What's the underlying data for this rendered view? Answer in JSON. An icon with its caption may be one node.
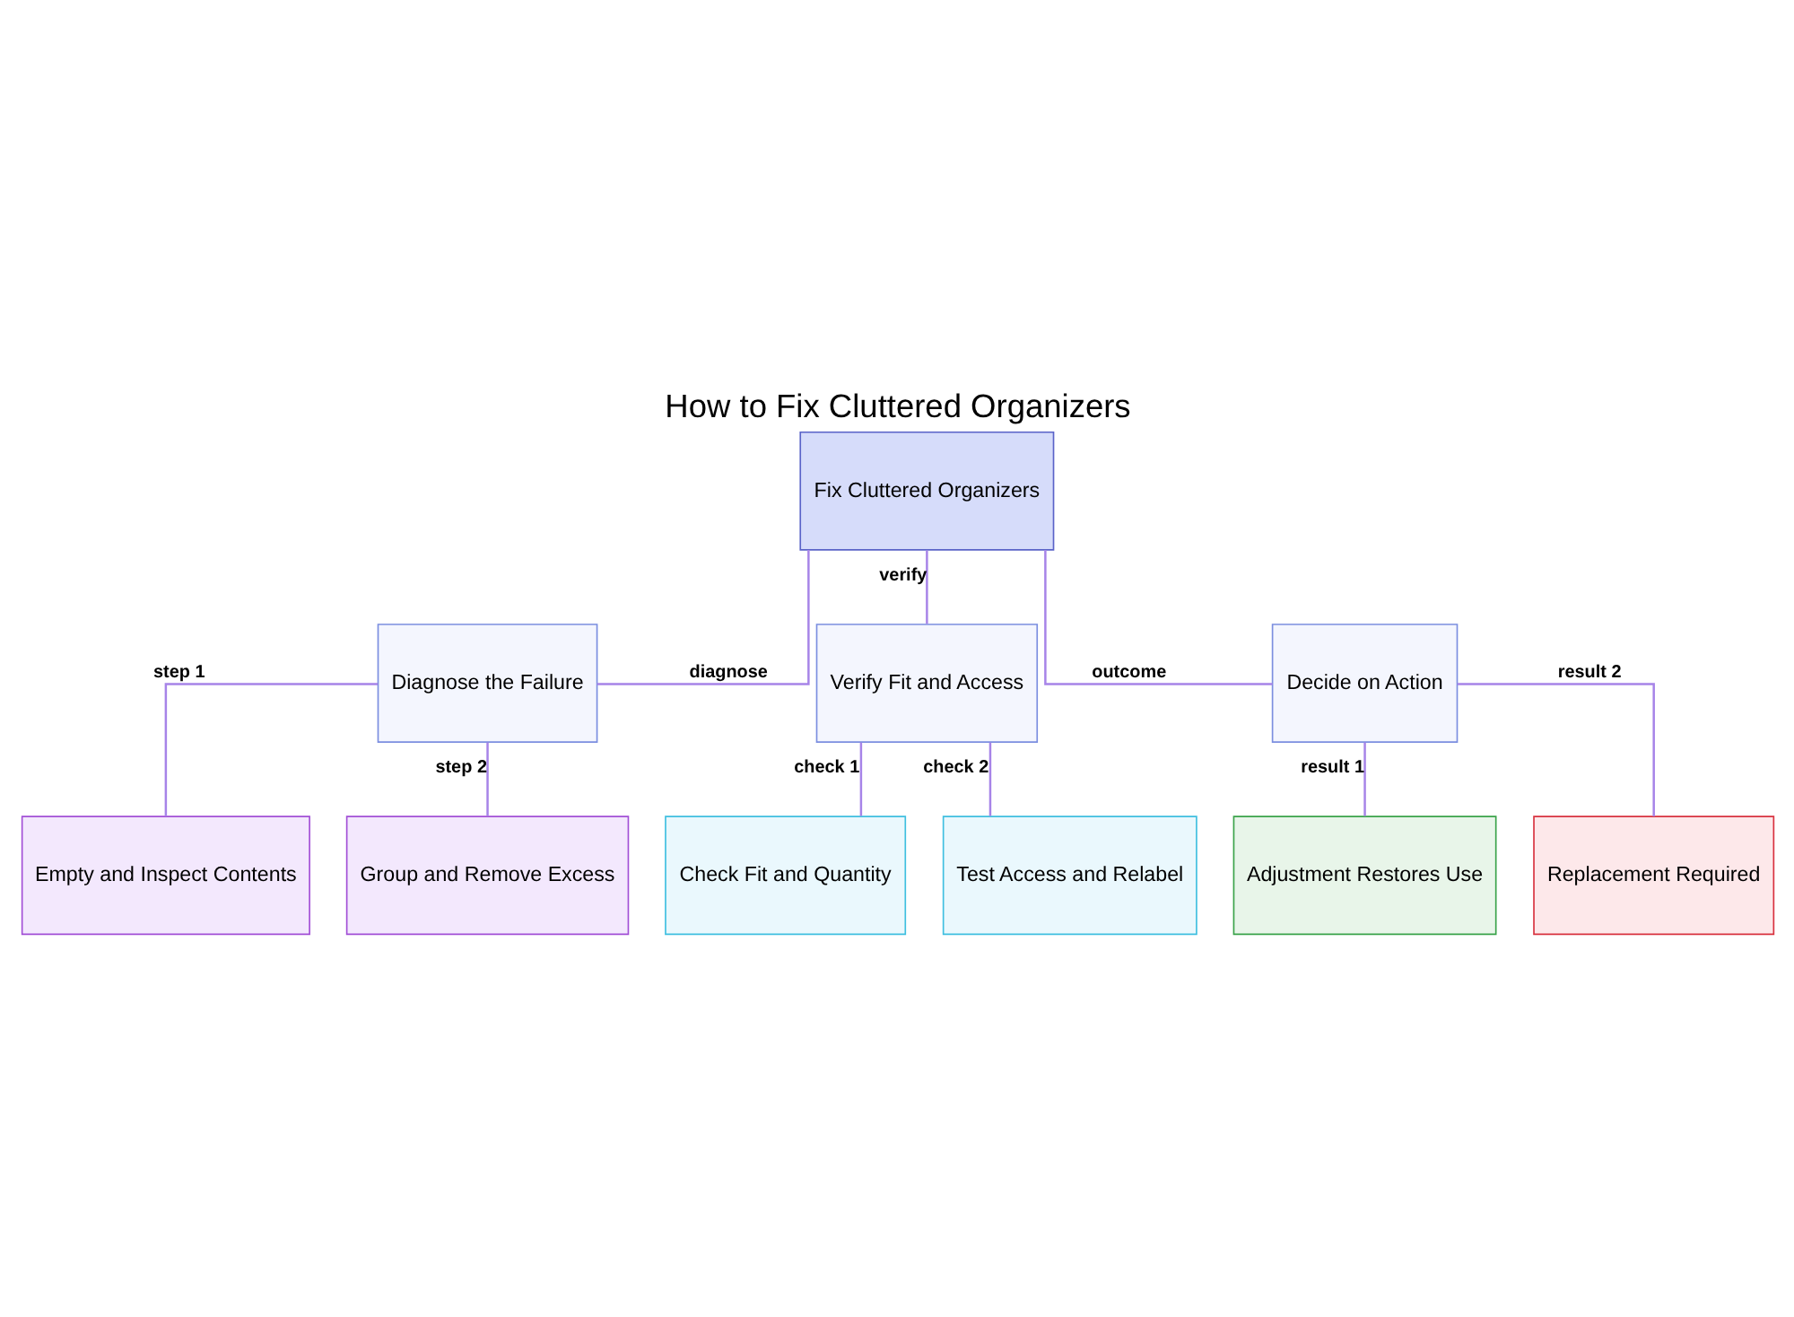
{
  "diagram": {
    "title": "How to Fix Cluttered Organizers",
    "nodes": [
      {
        "text": [
          "Fix Cluttered Organizers"
        ]
      },
      {
        "text": [
          "Diagnose the Failure"
        ]
      },
      {
        "text": [
          "Verify Fit and Access"
        ]
      },
      {
        "text": [
          "Decide on Action"
        ]
      },
      {
        "text": [
          "Empty and Inspect Contents"
        ]
      },
      {
        "text": [
          "Group and Remove Excess"
        ]
      },
      {
        "text": [
          "Check Fit and Quantity"
        ]
      },
      {
        "text": [
          "Test Access and Relabel"
        ]
      },
      {
        "text": [
          "Adjustment Restores Use"
        ]
      },
      {
        "text": [
          "Replacement Required"
        ]
      }
    ],
    "edges": [
      {
        "from": 0,
        "to": 1,
        "arrow": "none",
        "label": "diagnose"
      },
      {
        "from": 0,
        "to": 2,
        "arrow": "none",
        "label": "verify"
      },
      {
        "from": 0,
        "to": 3,
        "arrow": "none",
        "label": "outcome"
      },
      {
        "from": 1,
        "to": 4,
        "arrow": "none",
        "label": "step 1"
      },
      {
        "from": 1,
        "to": 5,
        "arrow": "none",
        "label": "step 2"
      },
      {
        "from": 2,
        "to": 6,
        "arrow": "none",
        "label": "check 1"
      },
      {
        "from": 2,
        "to": 7,
        "arrow": "none",
        "label": "check 2"
      },
      {
        "from": 3,
        "to": 8,
        "arrow": "none",
        "label": "result 1"
      },
      {
        "from": 3,
        "to": 9,
        "arrow": "none",
        "label": "result 2"
      }
    ]
  }
}
